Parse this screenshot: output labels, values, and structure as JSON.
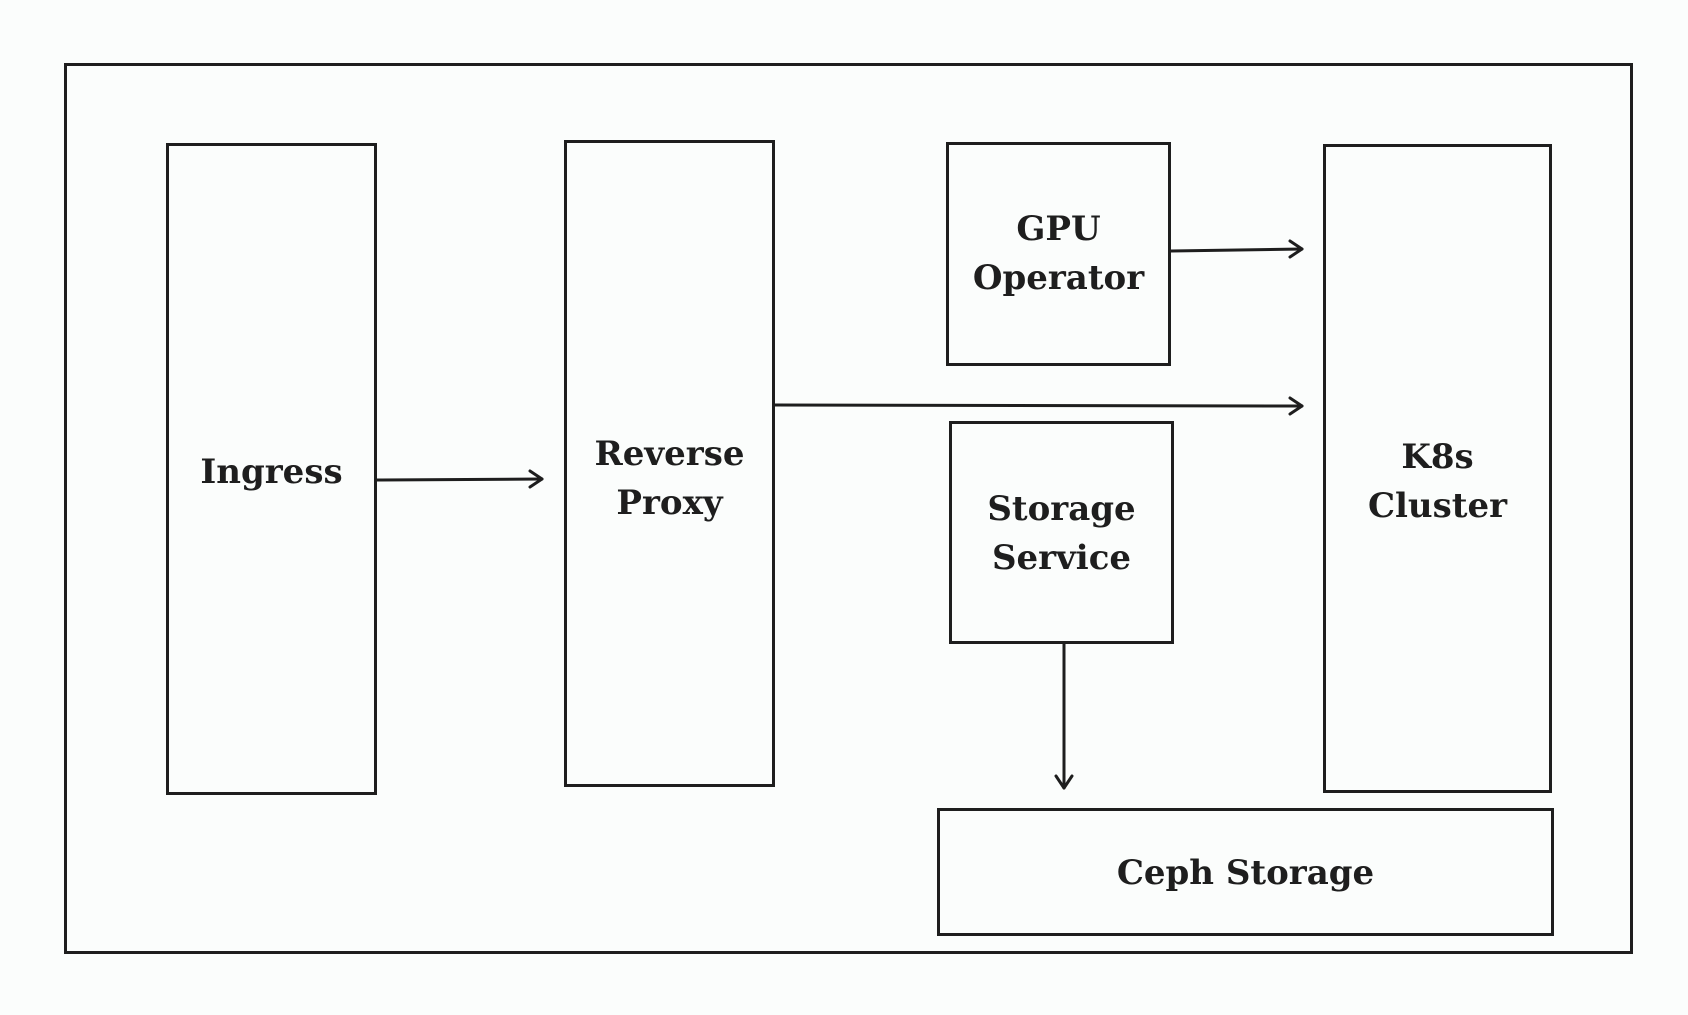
{
  "diagram": {
    "nodes": [
      {
        "id": "ingress",
        "label": "Ingress"
      },
      {
        "id": "reverse-proxy",
        "label": "Reverse\nProxy"
      },
      {
        "id": "gpu-operator",
        "label": "GPU\nOperator"
      },
      {
        "id": "storage-service",
        "label": "Storage\nService"
      },
      {
        "id": "k8s-cluster",
        "label": "K8s\nCluster"
      },
      {
        "id": "ceph-storage",
        "label": "Ceph Storage"
      }
    ],
    "edges": [
      {
        "from": "ingress",
        "to": "reverse-proxy"
      },
      {
        "from": "reverse-proxy",
        "to": "k8s-cluster"
      },
      {
        "from": "gpu-operator",
        "to": "k8s-cluster"
      },
      {
        "from": "storage-service",
        "to": "ceph-storage"
      }
    ],
    "colors": {
      "stroke": "#1e1e1e",
      "background": "#fbfdfc"
    }
  }
}
